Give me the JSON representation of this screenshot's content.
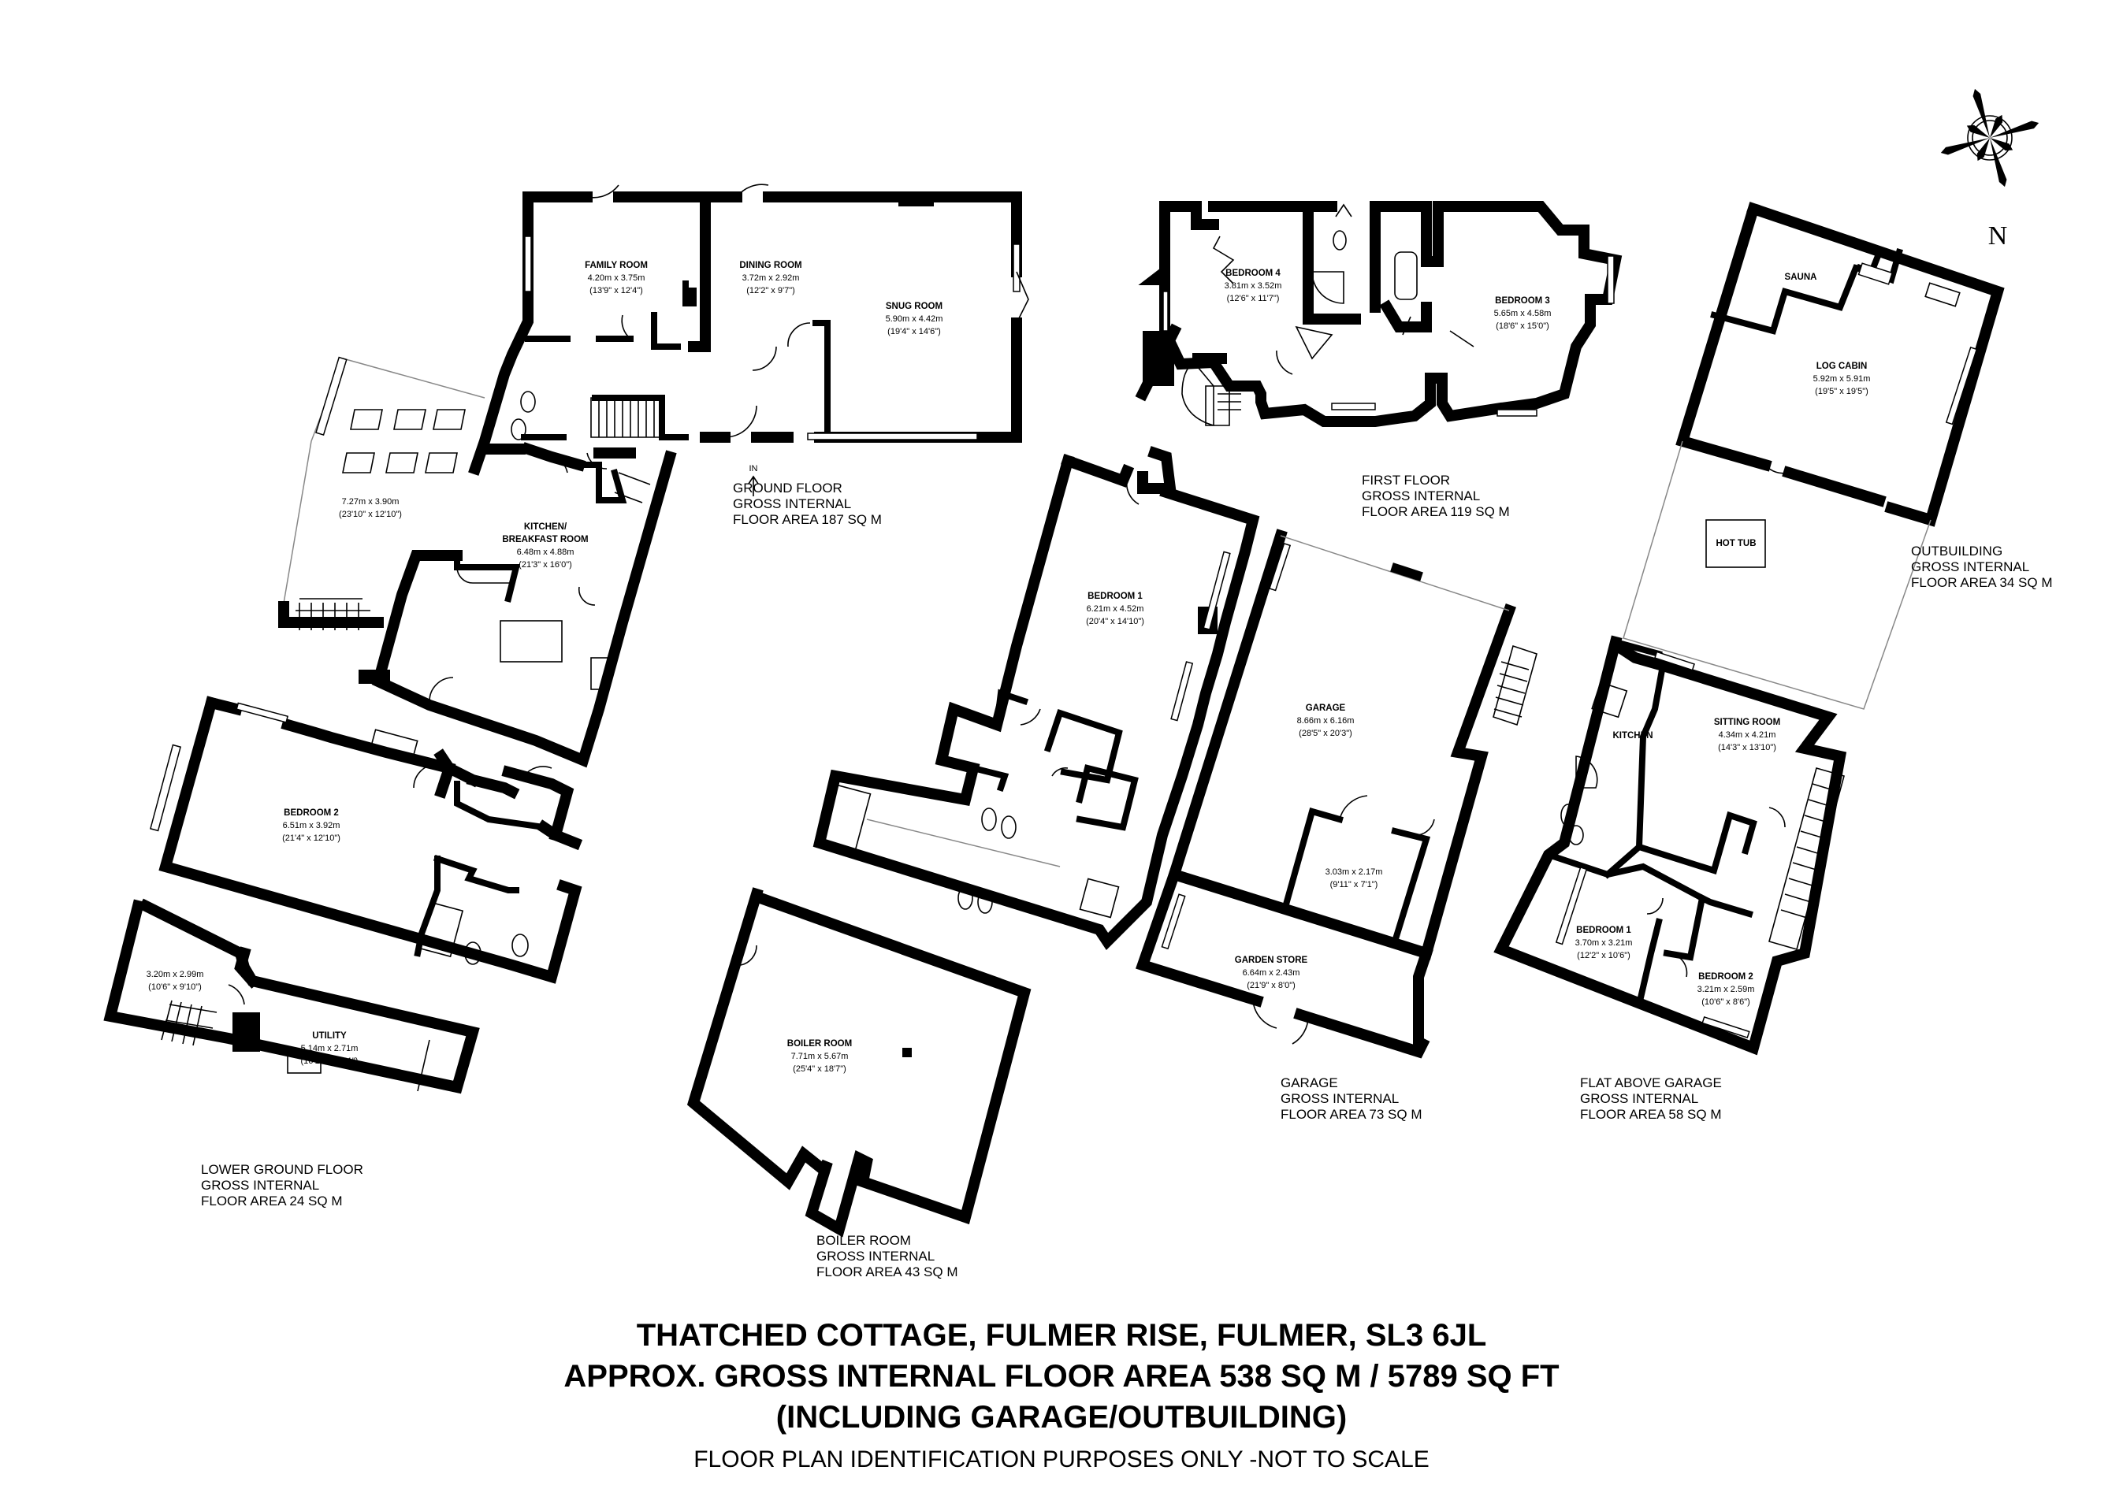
{
  "title": {
    "line1": "THATCHED COTTAGE, FULMER RISE, FULMER, SL3 6JL",
    "line2": "APPROX. GROSS INTERNAL FLOOR AREA 538 SQ M / 5789 SQ FT",
    "line3": "(INCLUDING GARAGE/OUTBUILDING)",
    "disclaimer": "FLOOR PLAN IDENTIFICATION PURPOSES ONLY -NOT TO SCALE"
  },
  "compass": {
    "north": "N"
  },
  "rooms": {
    "family_room": {
      "name": "FAMILY ROOM",
      "dim_m": "4.20m x 3.75m",
      "dim_ft": "(13'9\" x 12'4\")"
    },
    "dining_room": {
      "name": "DINING ROOM",
      "dim_m": "3.72m x 2.92m",
      "dim_ft": "(12'2\" x 9'7\")"
    },
    "snug_room": {
      "name": "SNUG ROOM",
      "dim_m": "5.90m x 4.42m",
      "dim_ft": "(19'4\" x 14'6\")"
    },
    "conservatory": {
      "dim_m": "7.27m x 3.90m",
      "dim_ft": "(23'10\" x 12'10\")"
    },
    "kitchen": {
      "name1": "KITCHEN/",
      "name2": "BREAKFAST ROOM",
      "dim_m": "6.48m x 4.88m",
      "dim_ft": "(21'3\" x 16'0\")"
    },
    "gf_bedroom_2": {
      "name": "BEDROOM 2",
      "dim_m": "6.51m x 3.92m",
      "dim_ft": "(21'4\" x 12'10\")"
    },
    "lg_room": {
      "dim_m": "3.20m x 2.99m",
      "dim_ft": "(10'6\" x 9'10\")"
    },
    "utility": {
      "name": "UTILITY",
      "dim_m": "5.14m x 2.71m",
      "dim_ft": "(16'10\" x 8'11\")"
    },
    "bedroom_4": {
      "name": "BEDROOM 4",
      "dim_m": "3.81m x 3.52m",
      "dim_ft": "(12'6\" x 11'7\")"
    },
    "bedroom_3": {
      "name": "BEDROOM 3",
      "dim_m": "5.65m x 4.58m",
      "dim_ft": "(18'6\" x 15'0\")"
    },
    "bedroom_1": {
      "name": "BEDROOM 1",
      "dim_m": "6.21m x 4.52m",
      "dim_ft": "(20'4\" x 14'10\")"
    },
    "boiler_room": {
      "name": "BOILER ROOM",
      "dim_m": "7.71m x 5.67m",
      "dim_ft": "(25'4\" x 18'7\")"
    },
    "garage": {
      "name": "GARAGE",
      "dim_m": "8.66m x 6.16m",
      "dim_ft": "(28'5\" x 20'3\")"
    },
    "garage_store": {
      "dim_m": "3.03m x 2.17m",
      "dim_ft": "(9'11\" x 7'1\")"
    },
    "garden_store": {
      "name": "GARDEN STORE",
      "dim_m": "6.64m x 2.43m",
      "dim_ft": "(21'9\" x 8'0\")"
    },
    "sauna": {
      "name": "SAUNA"
    },
    "log_cabin": {
      "name": "LOG CABIN",
      "dim_m": "5.92m x 5.91m",
      "dim_ft": "(19'5\" x 19'5\")"
    },
    "hot_tub": {
      "name": "HOT TUB"
    },
    "flat_kitchen": {
      "name": "KITCHEN"
    },
    "sitting_room": {
      "name": "SITTING ROOM",
      "dim_m": "4.34m x 4.21m",
      "dim_ft": "(14'3\" x 13'10\")"
    },
    "flat_bedroom_1": {
      "name": "BEDROOM 1",
      "dim_m": "3.70m x 3.21m",
      "dim_ft": "(12'2\" x 10'6\")"
    },
    "flat_bedroom_2": {
      "name": "BEDROOM 2",
      "dim_m": "3.21m x 2.59m",
      "dim_ft": "(10'6\" x 8'6\")"
    },
    "entrance": {
      "label": "IN"
    }
  },
  "areas": {
    "ground": {
      "l1": "GROUND FLOOR",
      "l2": "GROSS INTERNAL",
      "l3": "FLOOR AREA 187 SQ M"
    },
    "first": {
      "l1": "FIRST FLOOR",
      "l2": "GROSS INTERNAL",
      "l3": "FLOOR AREA 119 SQ M"
    },
    "outbuilding": {
      "l1": "OUTBUILDING",
      "l2": "GROSS INTERNAL",
      "l3": "FLOOR AREA 34 SQ M"
    },
    "lower": {
      "l1": "LOWER GROUND FLOOR",
      "l2": "GROSS INTERNAL",
      "l3": "FLOOR AREA 24 SQ M"
    },
    "boiler": {
      "l1": "BOILER ROOM",
      "l2": "GROSS INTERNAL",
      "l3": "FLOOR AREA 43 SQ M"
    },
    "garage": {
      "l1": "GARAGE",
      "l2": "GROSS INTERNAL",
      "l3": "FLOOR AREA 73 SQ M"
    },
    "flat": {
      "l1": "FLAT ABOVE GARAGE",
      "l2": "GROSS INTERNAL",
      "l3": "FLOOR AREA 58 SQ M"
    }
  }
}
